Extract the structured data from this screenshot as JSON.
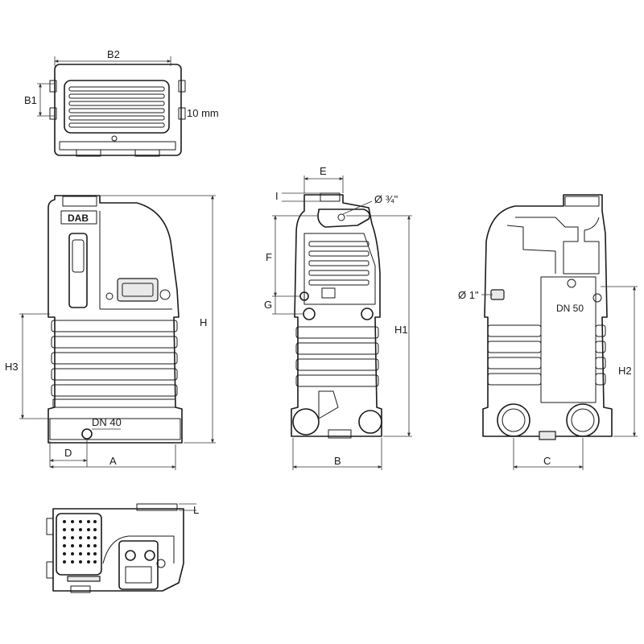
{
  "brand": "DAB",
  "labels": {
    "B2": "B2",
    "B1": "B1",
    "ten_mm": "10 mm",
    "E": "E",
    "I": "I",
    "dia_34": "Ø ¾\"",
    "F": "F",
    "G": "G",
    "H": "H",
    "H1": "H1",
    "H2": "H2",
    "H3": "H3",
    "DN40": "DN 40",
    "DN50": "DN 50",
    "dia_1": "Ø 1\"",
    "D": "D",
    "A": "A",
    "B": "B",
    "C": "C",
    "L": "L"
  }
}
